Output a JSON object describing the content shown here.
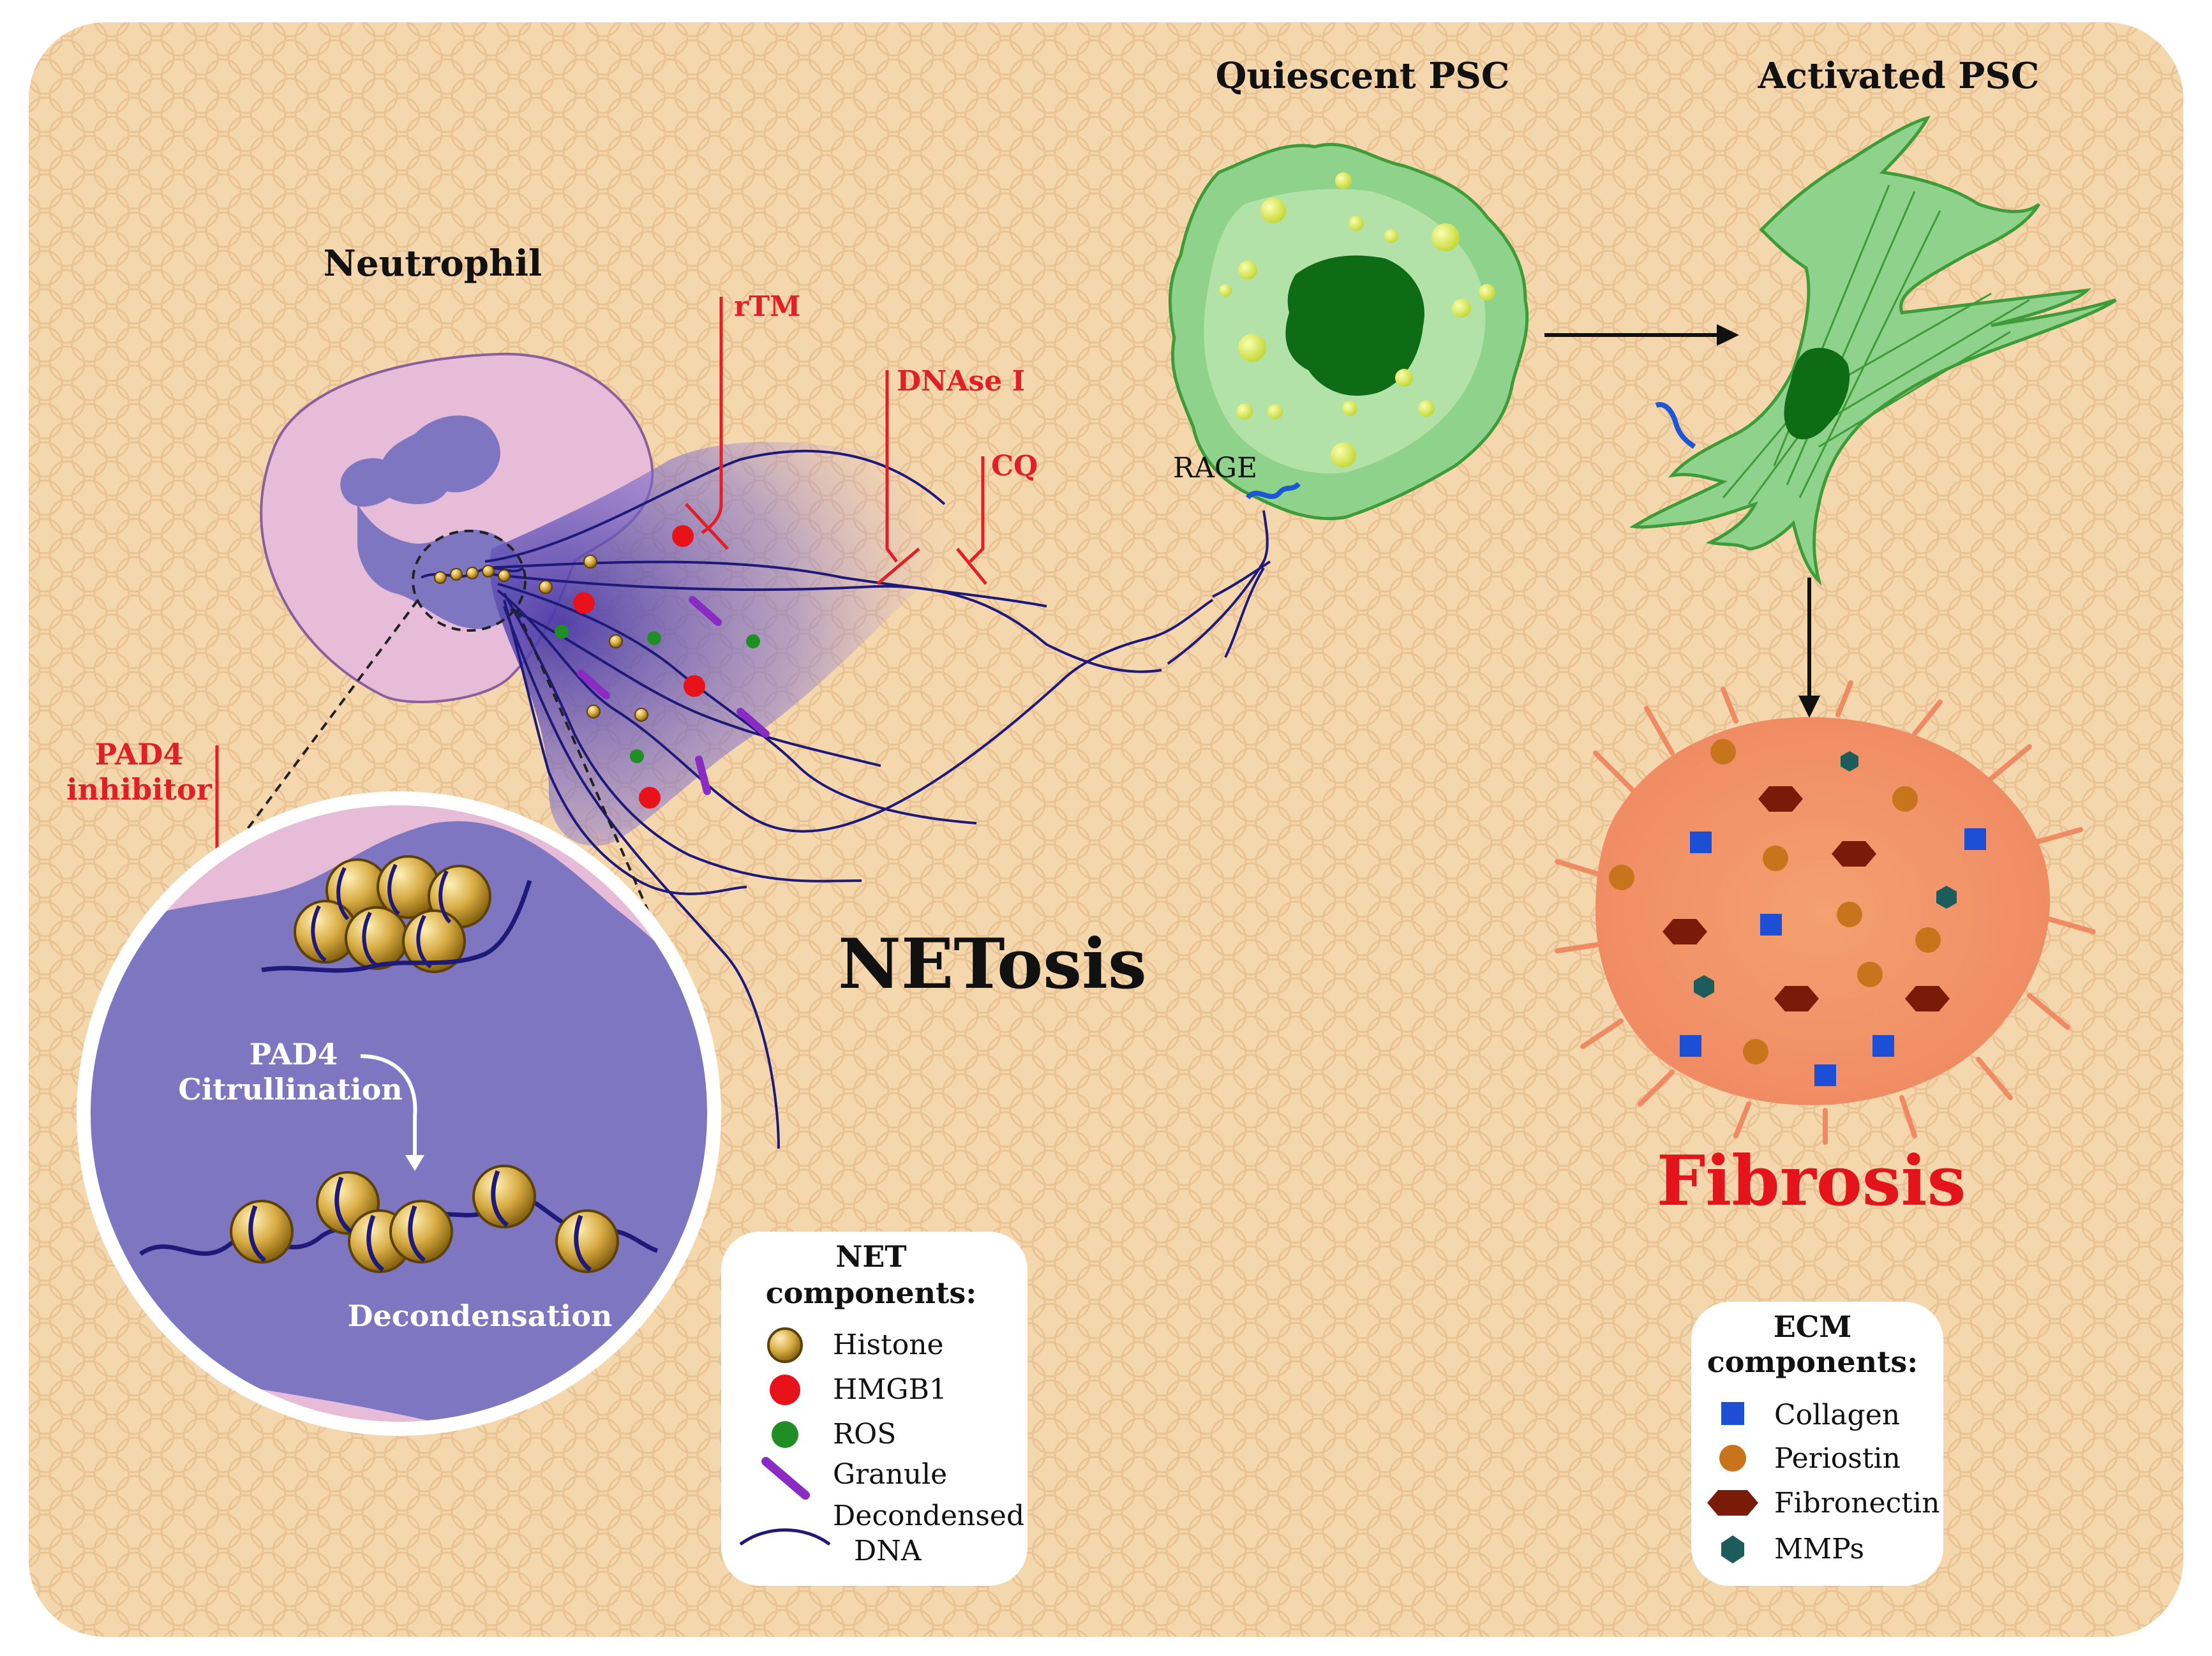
{
  "labels": {
    "neutrophil": "Neutrophil",
    "quiescent_psc": "Quiescent PSC",
    "activated_psc": "Activated PSC",
    "netosis": "NETosis",
    "fibrosis": "Fibrosis",
    "rtm": "rTM",
    "dnase": "DNAse I",
    "cq": "CQ",
    "rage": "RAGE",
    "pad4_inhibitor_line1": "PAD4",
    "pad4_inhibitor_line2": "inhibitor",
    "pad4_line1": "PAD4",
    "pad4_line2": "Citrullination",
    "decondensation": "Decondensation"
  },
  "net_legend": {
    "title_line1": "NET",
    "title_line2": "components:",
    "items": [
      {
        "label": "Histone",
        "icon": "histone-icon"
      },
      {
        "label": "HMGB1",
        "icon": "hmgb1-icon"
      },
      {
        "label": "ROS",
        "icon": "ros-icon"
      },
      {
        "label": "Granule",
        "icon": "granule-icon"
      },
      {
        "label": "Decondensed",
        "label2": "DNA",
        "icon": "dna-icon"
      }
    ]
  },
  "ecm_legend": {
    "title_line1": "ECM",
    "title_line2": "components:",
    "items": [
      {
        "label": "Collagen",
        "icon": "collagen-icon"
      },
      {
        "label": "Periostin",
        "icon": "periostin-icon"
      },
      {
        "label": "Fibronectin",
        "icon": "fibronectin-icon"
      },
      {
        "label": "MMPs",
        "icon": "mmps-icon"
      }
    ]
  },
  "colors": {
    "background": "#f5d7ad",
    "cell_pink": "#e6bcd9",
    "nucleus_purple": "#7f76c2",
    "dna_navy": "#1f1a7a",
    "inhibitor_red": "#e01f26",
    "psc_green": "#8fd28b",
    "fibrosis_red": "#e3141b",
    "collagen_blue": "#1d4fd6",
    "periostin_orange": "#c8741d",
    "fibronectin_brown": "#7a1a08",
    "mmps_teal": "#1c5c5a"
  }
}
